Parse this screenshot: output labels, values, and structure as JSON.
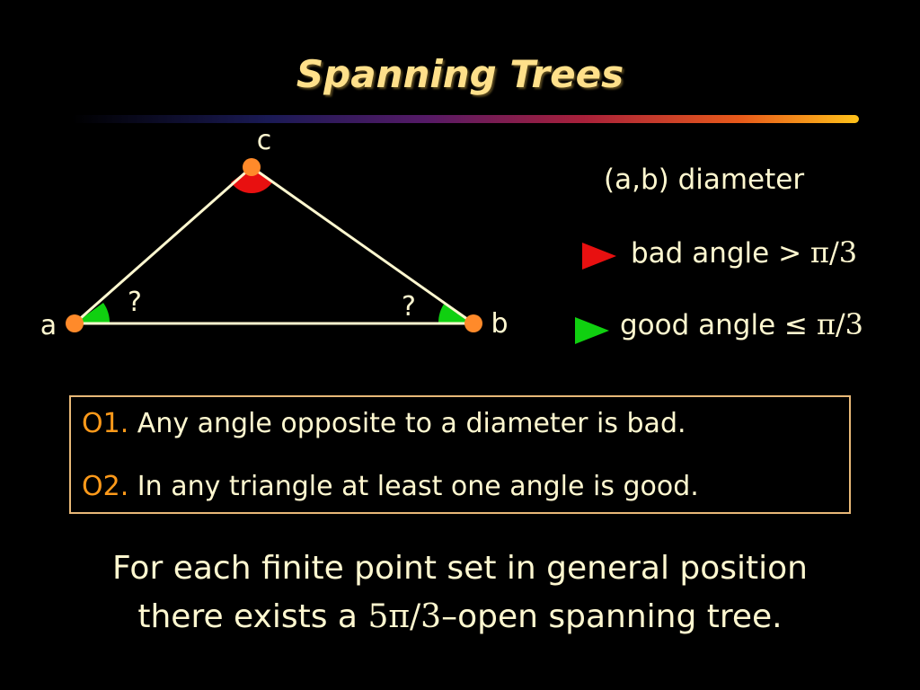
{
  "slide": {
    "title": "Spanning Trees"
  },
  "diagram": {
    "vertices": {
      "a": "a",
      "b": "b",
      "c": "c"
    },
    "angle_marks": {
      "a": "?",
      "b": "?"
    }
  },
  "legend": {
    "diameter": "(a,b) diameter",
    "bad_label": "bad angle",
    "bad_symbol": ">",
    "bad_value": "π/3",
    "good_label": "good angle",
    "good_symbol": "≤",
    "good_value": "π/3"
  },
  "observations": [
    {
      "tag": "O1.",
      "text": "Any angle opposite to a diameter is bad."
    },
    {
      "tag": "O2.",
      "text": "In any triangle at least one angle is good."
    }
  ],
  "conclusion": {
    "line1": "For each finite point set in general position",
    "line2_pre": "there exists a",
    "line2_math": "5π/3",
    "line2_post": "–open spanning tree."
  },
  "colors": {
    "background": "#000000",
    "title": "#ffe08a",
    "text": "#fff8d0",
    "vertex": "#ff8a2a",
    "bad_angle": "#e81010",
    "good_angle": "#10d010",
    "observation_tag": "#ff9a1a",
    "box_border": "#e8b878"
  }
}
